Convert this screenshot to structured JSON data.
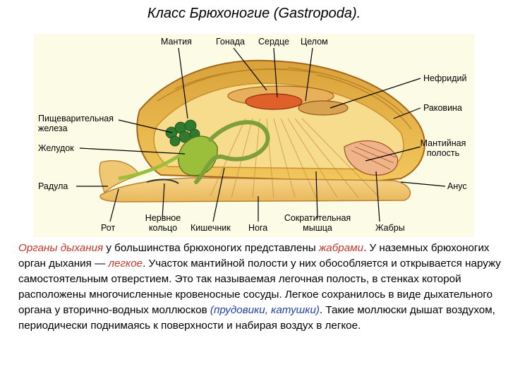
{
  "title": "Класс Брюхоногие (Gastropoda).",
  "labels": {
    "mantle": "Мантия",
    "gonad": "Гонада",
    "heart": "Сердце",
    "coelom": "Целом",
    "nephridium": "Нефридий",
    "shell": "Раковина",
    "digestive_gland_1": "Пищеварительная",
    "digestive_gland_2": "железа",
    "stomach": "Желудок",
    "mantle_cavity_1": "Мантийная",
    "mantle_cavity_2": "полость",
    "radula": "Радула",
    "anus": "Анус",
    "mouth": "Рот",
    "nerve_ring_1": "Нервное",
    "nerve_ring_2": "кольцо",
    "intestine": "Кишечник",
    "foot": "Нога",
    "muscle_1": "Сократительная",
    "muscle_2": "мышца",
    "gills": "Жабры"
  },
  "text": {
    "s1_hl": "Органы дыхания",
    "s1_a": " у большинства брюхоногих представлены ",
    "s1_hl2": "жабрами",
    "s1_b": ". У наземных брюхоногих орган дыхания — ",
    "s1_hl3": "легкое",
    "s1_c": ". Участок мантийной полости у них обособляется и открывается наружу самостоятельным отверстием. Это так называемая легочная полость, в стенках которой расположены многочисленные кровеносные сосуды. Легкое сохранилось в виде дыхательного органа у вторично-водных моллюсков ",
    "s1_hl4": "(прудовики, катушки)",
    "s1_d": ". Такие моллюски дышат воздухом, периодически поднимаясь к поверхности и набирая воздух в легкое."
  }
}
